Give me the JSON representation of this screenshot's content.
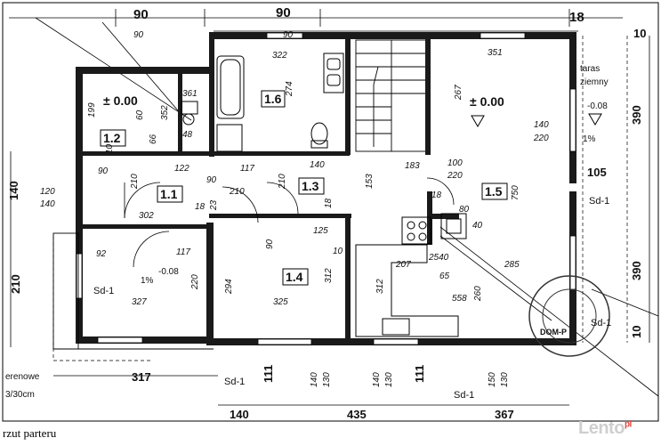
{
  "caption": "rzut parteru",
  "watermark": "Lento",
  "watermark_suffix": "pl",
  "stamp_text": "DOM-P",
  "rooms": [
    {
      "id": "1.1",
      "label": "1.1"
    },
    {
      "id": "1.2",
      "label": "1.2"
    },
    {
      "id": "1.3",
      "label": "1.3"
    },
    {
      "id": "1.4",
      "label": "1.4"
    },
    {
      "id": "1.5",
      "label": "1.5"
    },
    {
      "id": "1.6",
      "label": "1.6"
    }
  ],
  "levels": {
    "main": "± 0.00",
    "hall": "± 0.00",
    "terrace": "-0.08",
    "entry": "-0.08",
    "slope": "1%",
    "slope2": "1%"
  },
  "labels": {
    "taras1": "taras",
    "taras2": "ziemny",
    "terenowe": "erenowe",
    "terenowe2": "3/30cm",
    "sd": "Sd-1"
  },
  "dims_top": {
    "a": "90",
    "b": "90",
    "c": "18",
    "d": "90",
    "e": "90",
    "f": "10"
  },
  "dims_bottom": {
    "a": "317",
    "b": "140",
    "c": "435",
    "d": "367",
    "e": "111",
    "f": "111",
    "g": "150",
    "h": "130",
    "i": "140",
    "j": "130"
  },
  "dims_left": {
    "a": "140",
    "b": "210",
    "c": "120",
    "d": "140"
  },
  "dims_right": {
    "a": "390",
    "b": "390",
    "c": "105",
    "d": "10",
    "e": "10"
  },
  "dims_inner": {
    "d3225": "322",
    "d3515": "351",
    "d274": "274",
    "d267": "267",
    "d3614": "361",
    "d199": "199",
    "d60": "60",
    "d352": "352",
    "d66": "66",
    "d48": "48",
    "d90a": "90",
    "d122": "122",
    "d117": "117",
    "d1405": "140",
    "d183": "183",
    "d302": "302",
    "d153": "153",
    "d750": "750",
    "d125": "125",
    "d312a": "312",
    "d312b": "312",
    "d2945": "294",
    "d325": "325",
    "d92": "92",
    "d117b": "117",
    "d327": "327",
    "d2205": "220",
    "d2075": "207",
    "d2540": "2540",
    "d65": "65",
    "d558": "558",
    "d2855": "285",
    "d260": "260",
    "d140a": "140",
    "d220a": "220",
    "d100a": "100",
    "d220b": "220",
    "d210a": "210",
    "d210b": "210",
    "d210c": "210",
    "d90b": "90",
    "d90c": "90",
    "d18a": "18",
    "d18b": "18",
    "d18c": "18",
    "d10a": "10",
    "d10b": "10",
    "d23": "23",
    "d80": "80",
    "d40": "40"
  }
}
